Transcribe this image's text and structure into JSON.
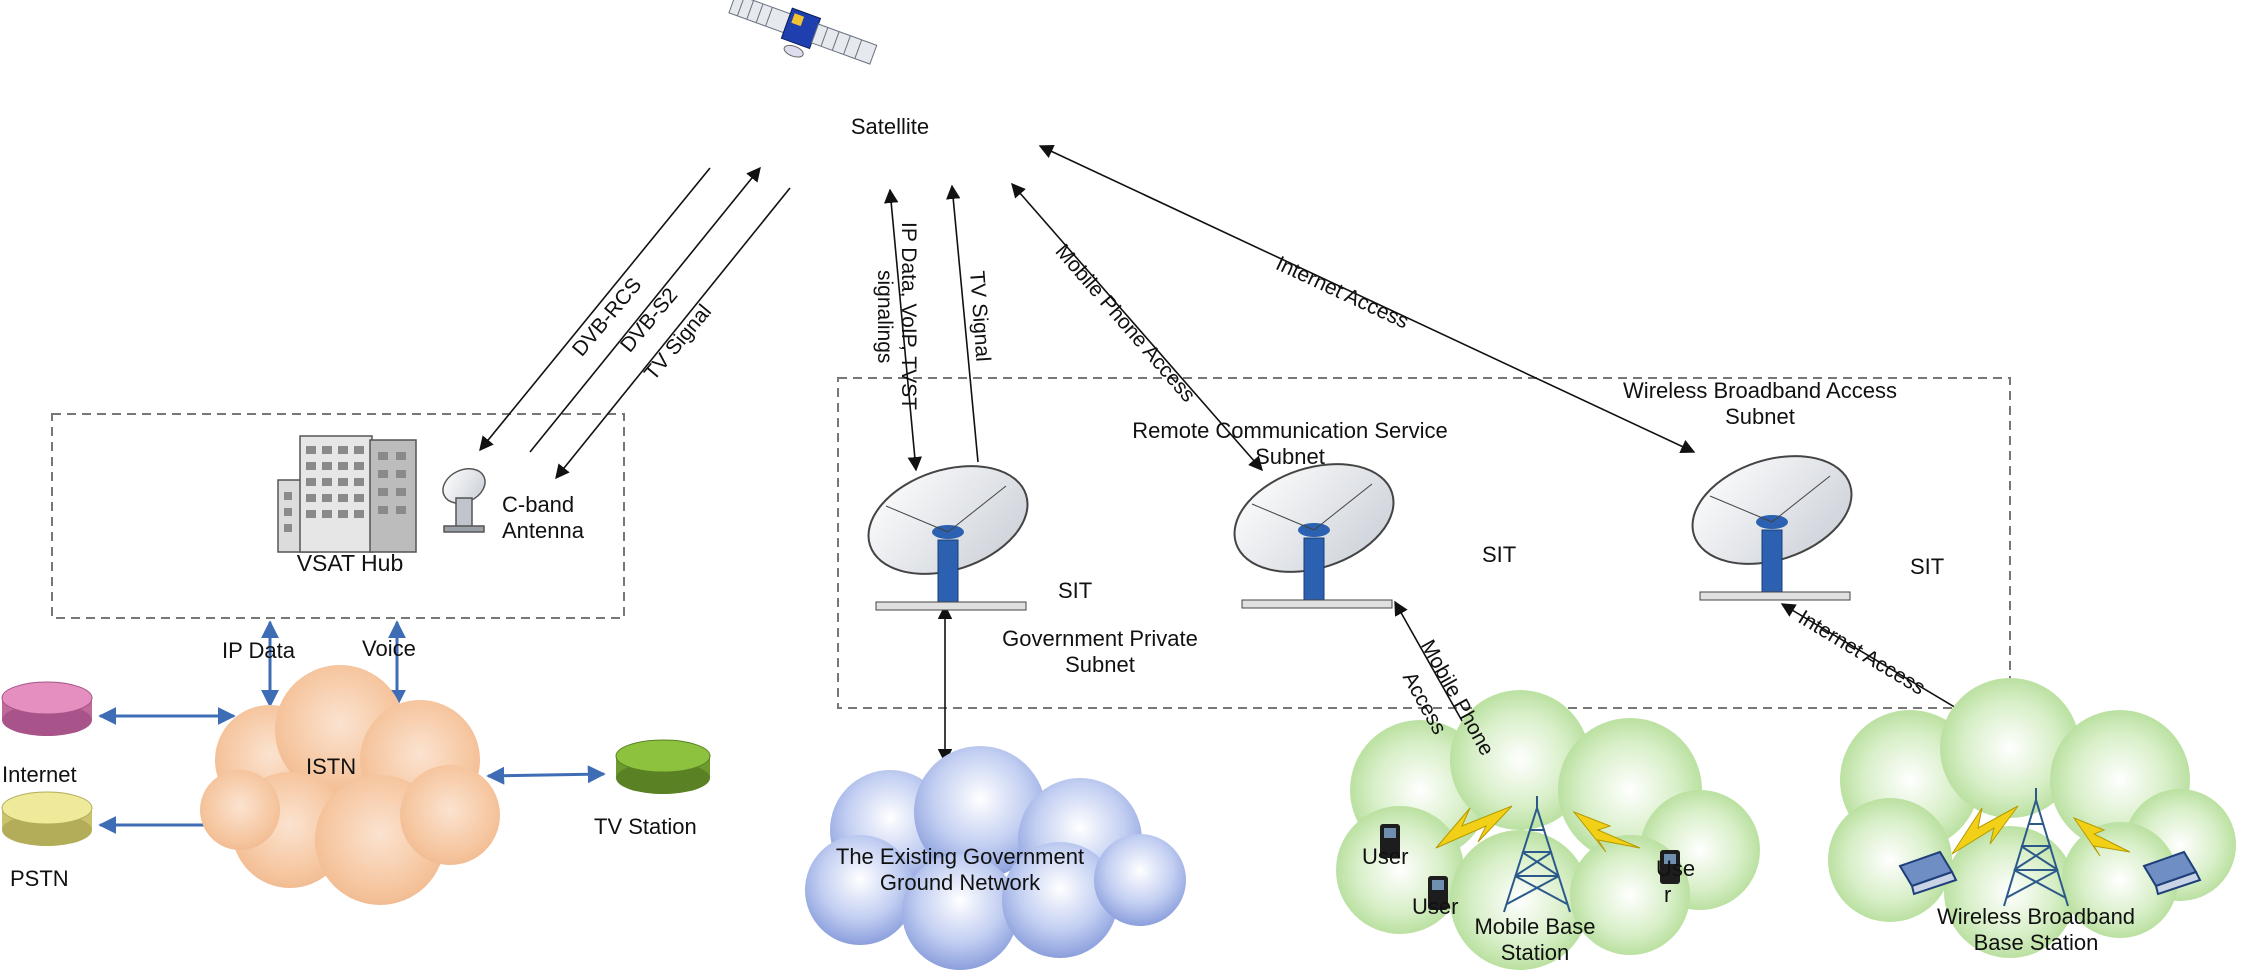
{
  "nodes": {
    "satellite": "Satellite",
    "vsat_hub": "VSAT Hub",
    "c_band_antenna": [
      "C-band",
      "Antenna"
    ],
    "istn": "ISTN",
    "internet": "Internet",
    "pstn": "PSTN",
    "tv_station": "TV Station",
    "gov_ground_network": [
      "The Existing Government",
      "Ground Network"
    ],
    "sit_gov": "SIT",
    "sit_remote": "SIT",
    "sit_wireless": "SIT",
    "user_1": "User",
    "user_2": "User",
    "user_3": [
      "Use",
      "r"
    ],
    "mobile_base_station": [
      "Mobile Base",
      "Station"
    ],
    "wireless_base_station": [
      "Wireless Broadband",
      "Base Station"
    ]
  },
  "subnets": {
    "gov_private": [
      "Government Private",
      "Subnet"
    ],
    "remote_comm": [
      "Remote Communication Service",
      "Subnet"
    ],
    "wireless_access": [
      "Wireless Broadband Access",
      "Subnet"
    ]
  },
  "links": {
    "dvb_rcs": "DVB-RCS",
    "dvb_s2": "DVB-S2",
    "tv_signal_hub": "TV Signal",
    "ip_data_voip": [
      "IP Data, VoIP, TVST",
      "signalings"
    ],
    "tv_signal_gov": "TV Signal",
    "mobile_phone_access_sat": "Mobile Phone Access",
    "internet_access_sat": "Internet Access",
    "mobile_phone_access_local": [
      "Mobile Phone",
      "Access"
    ],
    "internet_access_local": "Internet Access",
    "ip_data": "IP Data",
    "voice": "Voice"
  },
  "colors": {
    "arrow_blue": "#3f6db5",
    "cloud_orange": "#f7c9a6",
    "cloud_green": "#bfe3a6",
    "cloud_blue": "#8fa6e0",
    "internet_disk": "#e58fc0",
    "pstn_disk": "#eeea9a",
    "tv_disk": "#8dc23f",
    "lightning": "#f1d017"
  }
}
